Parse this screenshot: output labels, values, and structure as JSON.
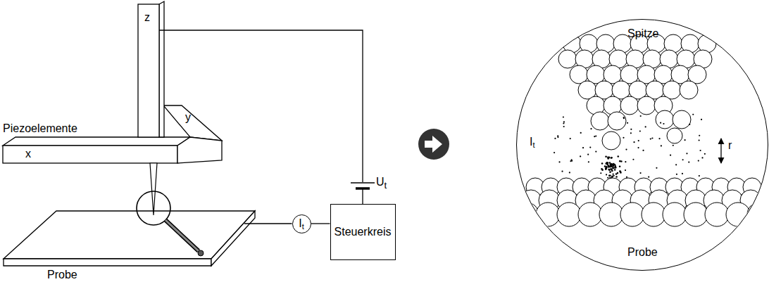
{
  "diagram": {
    "nodes": [
      {
        "text": [
          "z"
        ]
      },
      {
        "text": [
          "x"
        ]
      },
      {
        "text": [
          "y"
        ]
      },
      {
        "text": [
          "Probe"
        ]
      },
      {
        "text": [
          "It"
        ]
      },
      {
        "text": [
          "Steuerkreis"
        ]
      },
      {
        "text": [
          "Spitze",
          "It",
          "r",
          "Probe"
        ]
      }
    ],
    "edges": [
      {
        "from": 0,
        "to": 5,
        "arrow": "none"
      },
      {
        "from": 3,
        "to": 4,
        "arrow": "none"
      },
      {
        "from": 4,
        "to": 5,
        "arrow": "none"
      }
    ],
    "labels": [
      "Piezoelemente",
      "Ut"
    ]
  }
}
